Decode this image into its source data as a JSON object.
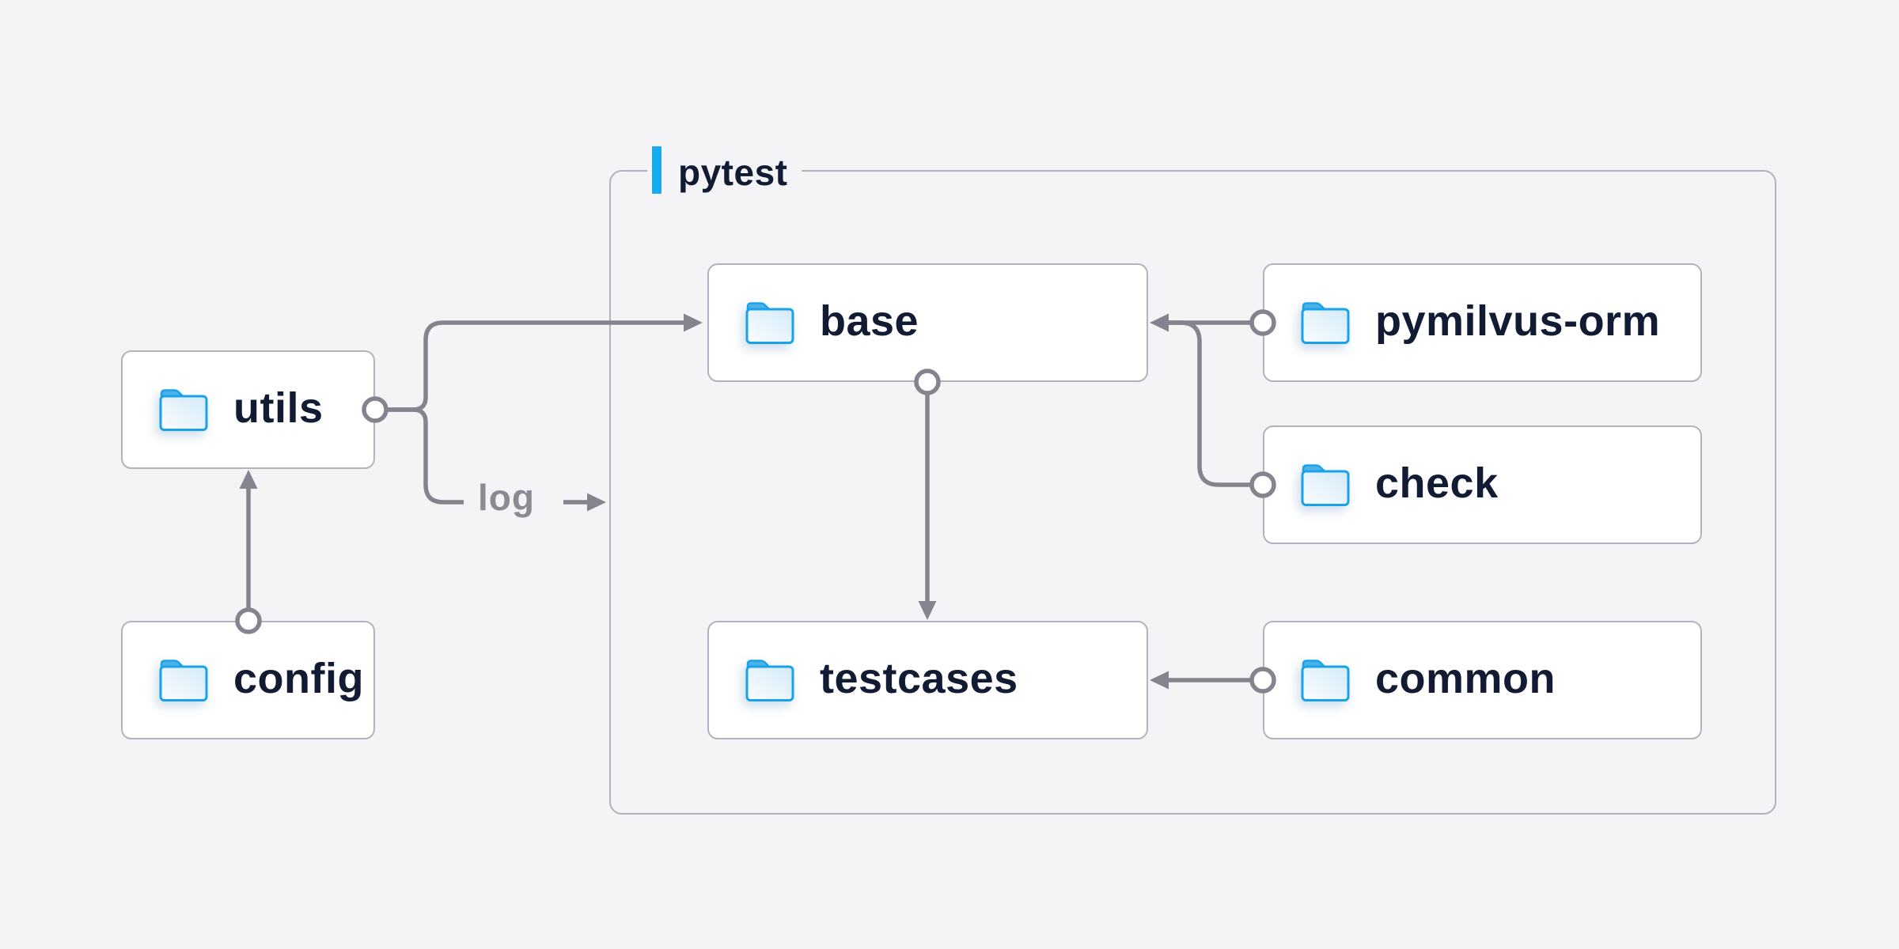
{
  "diagram": {
    "group": {
      "label": "pytest"
    },
    "nodes": [
      {
        "id": "utils",
        "label": "utils",
        "icon": "folder-icon"
      },
      {
        "id": "config",
        "label": "config",
        "icon": "folder-icon"
      },
      {
        "id": "base",
        "label": "base",
        "icon": "folder-icon"
      },
      {
        "id": "pymilvus-orm",
        "label": "pymilvus-orm",
        "icon": "folder-icon"
      },
      {
        "id": "check",
        "label": "check",
        "icon": "folder-icon"
      },
      {
        "id": "testcases",
        "label": "testcases",
        "icon": "folder-icon"
      },
      {
        "id": "common",
        "label": "common",
        "icon": "folder-icon"
      }
    ],
    "edges": [
      {
        "from": "config",
        "to": "utils",
        "label": ""
      },
      {
        "from": "utils",
        "to": "base",
        "label": ""
      },
      {
        "from": "utils",
        "to": "pytest",
        "label": "log"
      },
      {
        "from": "pymilvus-orm",
        "to": "base",
        "label": ""
      },
      {
        "from": "check",
        "to": "base",
        "label": ""
      },
      {
        "from": "base",
        "to": "testcases",
        "label": ""
      },
      {
        "from": "common",
        "to": "testcases",
        "label": ""
      }
    ],
    "colors": {
      "background": "#f4f4f6",
      "node_fill": "#ffffff",
      "node_border": "#b4b2bf",
      "group_border": "#b4b2bf",
      "connector_line": "#85848e",
      "node_label_text": "#111b33",
      "edge_label_text": "#8b8a94",
      "accent_blue": "#18aaee",
      "folder_stroke_blue": "#19a2e8",
      "folder_tab_blue": "#4db2ea"
    }
  }
}
